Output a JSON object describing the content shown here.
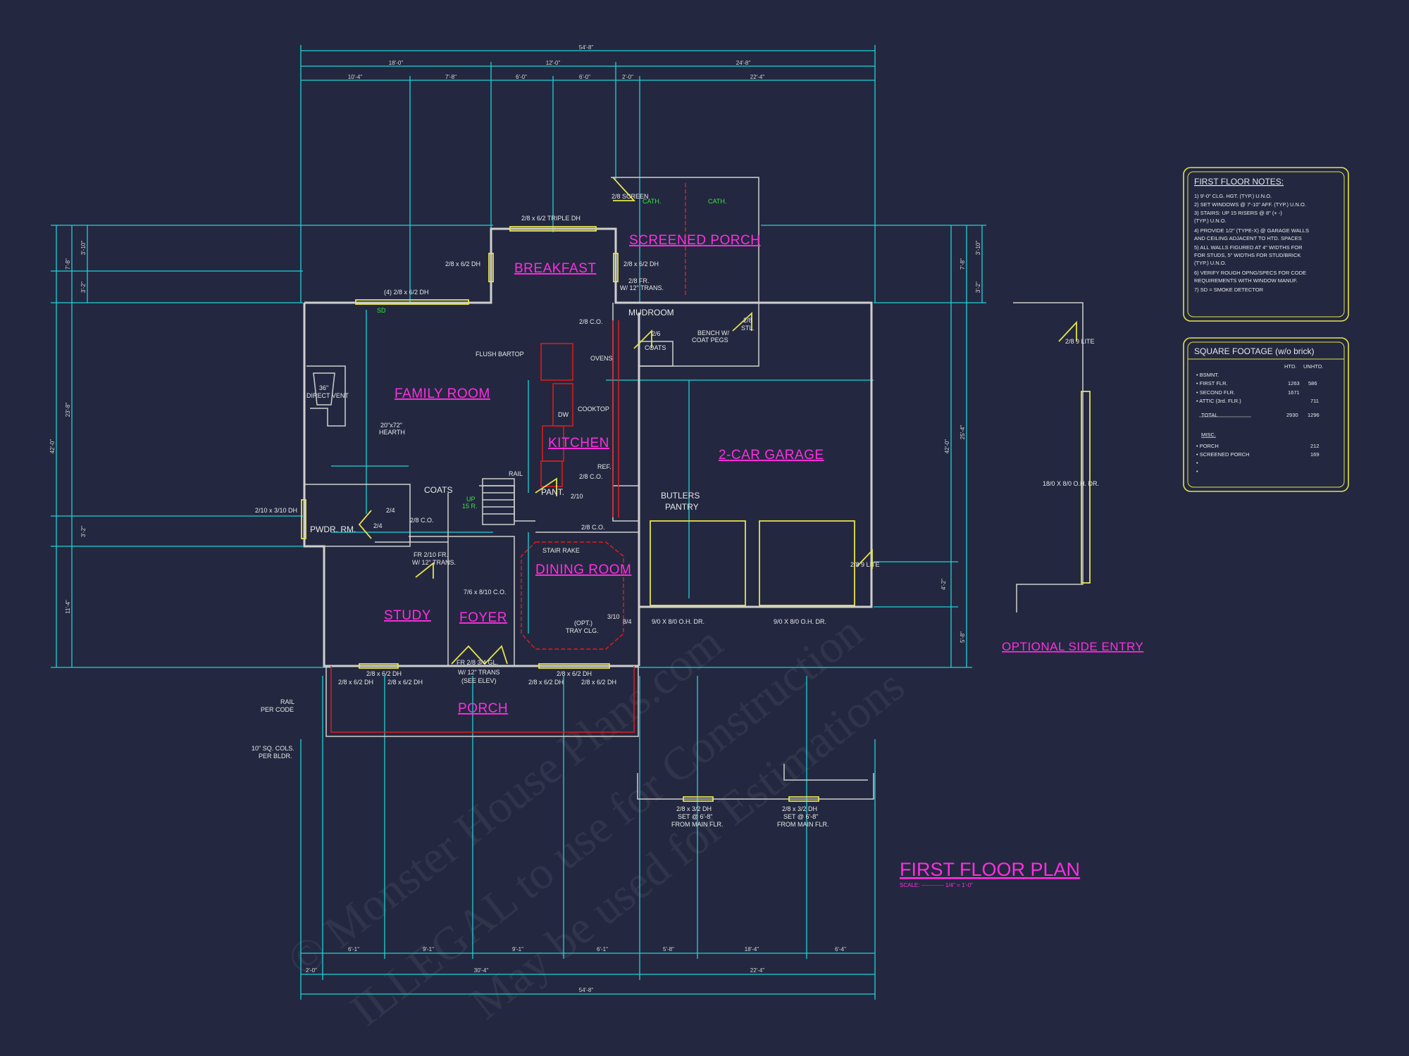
{
  "rooms": {
    "breakfast": "BREAKFAST",
    "screened_porch": "SCREENED PORCH",
    "family_room": "FAMILY ROOM",
    "kitchen": "KITCHEN",
    "garage": "2-CAR GARAGE",
    "mudroom": "MUDROOM",
    "dining_room": "DINING ROOM",
    "study": "STUDY",
    "foyer": "FOYER",
    "porch": "PORCH",
    "pwdr": "PWDR. RM.",
    "coats": "COATS",
    "pant": "PANT.",
    "butlers": "BUTLERS",
    "pantry": "PANTRY"
  },
  "dims": {
    "top_overall": "54'-8\"",
    "top_a": "18'-0\"",
    "top_b": "12'-0\"",
    "top_c": "24'-8\"",
    "top2_a": "10'-4\"",
    "top2_b": "7'-8\"",
    "top2_c": "6'-0\"",
    "top2_d": "6'-0\"",
    "top2_e": "2'-0\"",
    "top2_f": "22'-4\"",
    "left_overall": "42'-0\"",
    "left_a": "7'-8\"",
    "left_b": "3'-10\"",
    "left_c": "3'-2\"",
    "left_d": "23'-8\"",
    "left_e": "3'-2\"",
    "left_f": "11'-4\"",
    "right_overall": "42'-0\"",
    "right_a": "7'-8\"",
    "right_b": "3'-10\"",
    "right_c": "3'-2\"",
    "right_d": "25'-4\"",
    "right_e": "4'-2\"",
    "right_f": "5'-8\"",
    "bot_a": "6'-1\"",
    "bot_b": "9'-1\"",
    "bot_c": "9'-1\"",
    "bot_d": "6'-1\"",
    "bot_e": "5'-8\"",
    "bot_f": "18'-4\"",
    "bot_g": "6'-4\"",
    "bot2_a": "2'-0\"",
    "bot2_b": "30'-4\"",
    "bot2_c": "22'-4\"",
    "bot_overall": "54'-8\""
  },
  "labels": {
    "triple_dh": "2/8 x 6/2 TRIPLE DH",
    "dh_breakfast": "2/8 x 6/2 DH",
    "dh_breakfast_r": "2/8 x 6/2 DH",
    "family_win": "(4) 2/8 x 6/2 DH",
    "screen": "2/8 SCREEN",
    "cath1": "CATH.",
    "cath2": "CATH.",
    "fr_trans_a": "2/8 FR.",
    "fr_trans_b": "W/ 12\" TRANS.",
    "co_mud": "2/8 C.O.",
    "flush_bartop": "FLUSH BARTOP",
    "ovens": "OVENS",
    "cooktop": "COOKTOP",
    "dw": "DW",
    "ref": "REF.",
    "co_kitchen": "2/8 C.O.",
    "vent_a": "36\"",
    "vent_b": "DIRECT VENT",
    "hearth_a": "20\"x72\"",
    "hearth_b": "HEARTH",
    "bench_a": "BENCH W/",
    "bench_b": "COAT PEGS",
    "stl_a": "2/8",
    "stl_b": "STL.",
    "coats_small": "COATS",
    "door_26": "2/6",
    "rail": "RAIL",
    "up_a": "UP",
    "up_b": "15 R.",
    "co_coats": "2/8 C.O.",
    "d24a": "2/4",
    "d24b": "2/4",
    "d210": "2/10",
    "co_dining": "2/8 C.O.",
    "pwdr_win": "2/10 x 3/10 DH",
    "fr_study_a": "FR 2/10 FR.",
    "fr_study_b": "W/ 12\" TRANS.",
    "stair_rake": "STAIR RAKE",
    "co_foyer": "7/6 x 8/10 C.O.",
    "trey_a": "(OPT.)",
    "trey_b": "TRAY CLG.",
    "d310": "3/10",
    "d84": "8/4",
    "fr_front_a": "FR 2/8 3/4 GL.",
    "fr_front_b": "W/ 12\" TRANS",
    "fr_front_c": "(SEE ELEV)",
    "win_study_a": "2/8 x 6/2 DH",
    "win_study_b": "2/8 x 6/2 DH",
    "win_study_c": "2/8 x 6/2 DH",
    "win_dining_a": "2/8 x 6/2 DH",
    "win_dining_b": "2/8 x 6/2 DH",
    "win_dining_c": "2/8 x 6/2 DH",
    "rail_code_a": "RAIL",
    "rail_code_b": "PER CODE",
    "cols_a": "10\" SQ. COLS.",
    "cols_b": "PER BLDR.",
    "ohd1": "9/0 X 8/0 O.H. DR.",
    "ohd2": "9/0 X 8/0 O.H. DR.",
    "lite": "2/8 9 LITE",
    "lite_side": "2/8 9 LITE",
    "side_ohd": "18/0 X 8/0 O.H. DR.",
    "optional_side": "OPTIONAL SIDE ENTRY",
    "win_lower_a": "2/8 x 3/2 DH",
    "win_lower_b": "SET @ 6'-8\"",
    "win_lower_c": "FROM MAIN FLR.",
    "win_lower_d": "2/8 x 3/2 DH",
    "win_lower_e": "SET @ 6'-8\"",
    "win_lower_f": "FROM MAIN FLR.",
    "sd": "SD"
  },
  "notes": {
    "title": "FIRST FLOOR NOTES:",
    "lines": [
      "1) 9'-0\" CLG. HGT. (TYP.) U.N.O.",
      "2) SET WINDOWS @ 7'-10\" AFF. (TYP.) U.N.O.",
      "3) STAIRS: UP 15 RISERS @ 8\" (+ -)",
      "    (TYP.) U.N.O.",
      "4) PROVIDE 1/2\" (TYPE-X) @ GARAGE WALLS",
      "    AND CEILING ADJACENT TO HTD. SPACES",
      "5) ALL WALLS FIGURED AT 4\" WIDTHS FOR",
      "    FOR STUDS, 5\" WIDTHS FOR STUD/BRICK",
      "    (TYP.) U.N.O.",
      "6) VERIFY ROUGH OPNG/SPECS FOR CODE",
      "    REQUIREMENTS WITH WINDOW MANUF.",
      "7) SD = SMOKE DETECTOR"
    ]
  },
  "sqft": {
    "title": "SQUARE FOOTAGE (w/o brick)",
    "col_htd": "HTD.",
    "col_unhtd": "UNHTD.",
    "rows": [
      {
        "label": "• BSMNT.",
        "htd": "",
        "unhtd": ""
      },
      {
        "label": "• FIRST FLR.",
        "htd": "1263",
        "unhtd": "586"
      },
      {
        "label": "• SECOND FLR.",
        "htd": "1671",
        "unhtd": ""
      },
      {
        "label": "• ATTIC (3rd. FLR.)",
        "htd": "",
        "unhtd": "711"
      },
      {
        "label": "TOTAL",
        "htd": "2930",
        "unhtd": "1296"
      }
    ],
    "misc_title": "MISC.",
    "misc_rows": [
      {
        "label": "• PORCH",
        "val": "212"
      },
      {
        "label": "• SCREENED PORCH",
        "val": "169"
      },
      {
        "label": "•",
        "val": ""
      },
      {
        "label": "•",
        "val": ""
      }
    ]
  },
  "title_block": {
    "title": "FIRST FLOOR PLAN",
    "scale": "SCALE: ------------ 1/4\" = 1'-0\""
  },
  "watermark": {
    "line1": "© Monster House Plans.com",
    "line2": "ILLEGAL to use for Construction",
    "line3": "May be used for Estimations"
  },
  "colors": {
    "background": "#232840",
    "dimension": "#1fd1d6",
    "room_label": "#ff2ee0",
    "door_window": "#e6e24a",
    "red": "#e21b1b",
    "green": "#36e83a"
  }
}
